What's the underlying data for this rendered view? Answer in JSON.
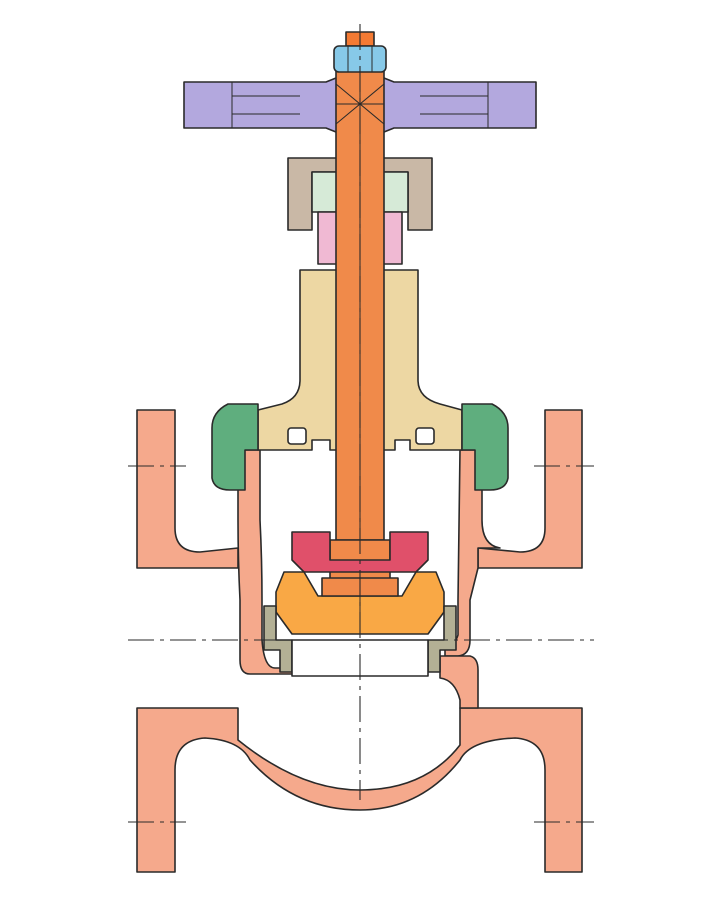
{
  "diagram": {
    "kind": "globe-valve-cross-section",
    "background": "#ffffff",
    "parts": [
      {
        "id": "body",
        "icon": "valve-body",
        "color": "#f5a98c"
      },
      {
        "id": "bonnet",
        "icon": "bonnet",
        "color": "#edd7a3"
      },
      {
        "id": "stem",
        "icon": "stem",
        "color": "#f08a4a"
      },
      {
        "id": "handwheel",
        "icon": "handwheel",
        "color": "#b3a8de"
      },
      {
        "id": "handwheel-nut",
        "icon": "hex-nut",
        "color": "#87c9e8"
      },
      {
        "id": "nut-cap",
        "icon": "cap",
        "color": "#f47a33"
      },
      {
        "id": "gland-nut",
        "icon": "gland-nut",
        "color": "#c9b8a6"
      },
      {
        "id": "gland",
        "icon": "gland",
        "color": "#d6ead7"
      },
      {
        "id": "packing",
        "icon": "packing",
        "color": "#f0b9d3"
      },
      {
        "id": "bonnet-nut",
        "icon": "union-nut",
        "color": "#5fae7e"
      },
      {
        "id": "disc-nut",
        "icon": "disc-nut",
        "color": "#e0506a"
      },
      {
        "id": "disc",
        "icon": "disc",
        "color": "#f9a845"
      },
      {
        "id": "seat-ring",
        "icon": "seat-ring",
        "color": "#b3b095"
      }
    ]
  }
}
